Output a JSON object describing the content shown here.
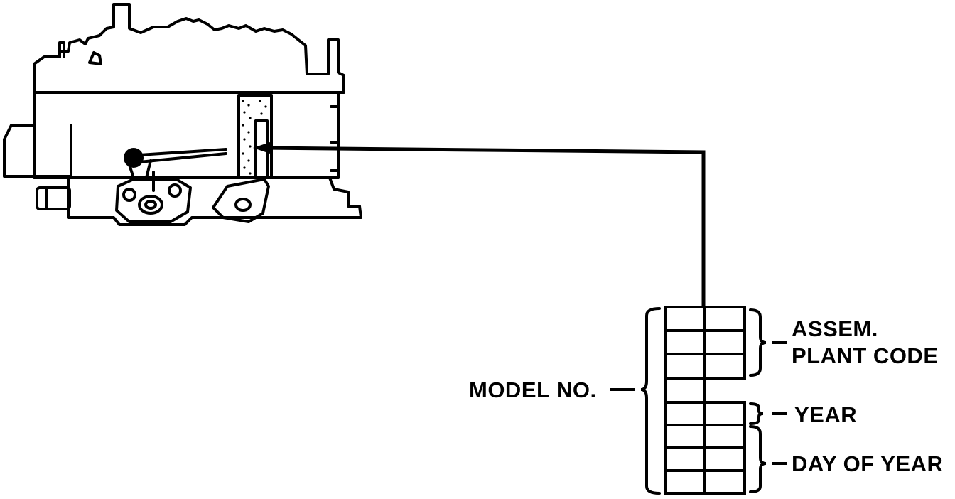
{
  "colors": {
    "ink": "#000000",
    "paper": "#ffffff"
  },
  "code_tag": {
    "rows": 8,
    "columns": 2,
    "blank_row_index": 3
  },
  "labels": {
    "model_no": "MODEL NO.",
    "assem_line1": "ASSEM.",
    "assem_line2": "PLANT CODE",
    "year": "YEAR",
    "day_of_year": "DAY OF YEAR"
  }
}
